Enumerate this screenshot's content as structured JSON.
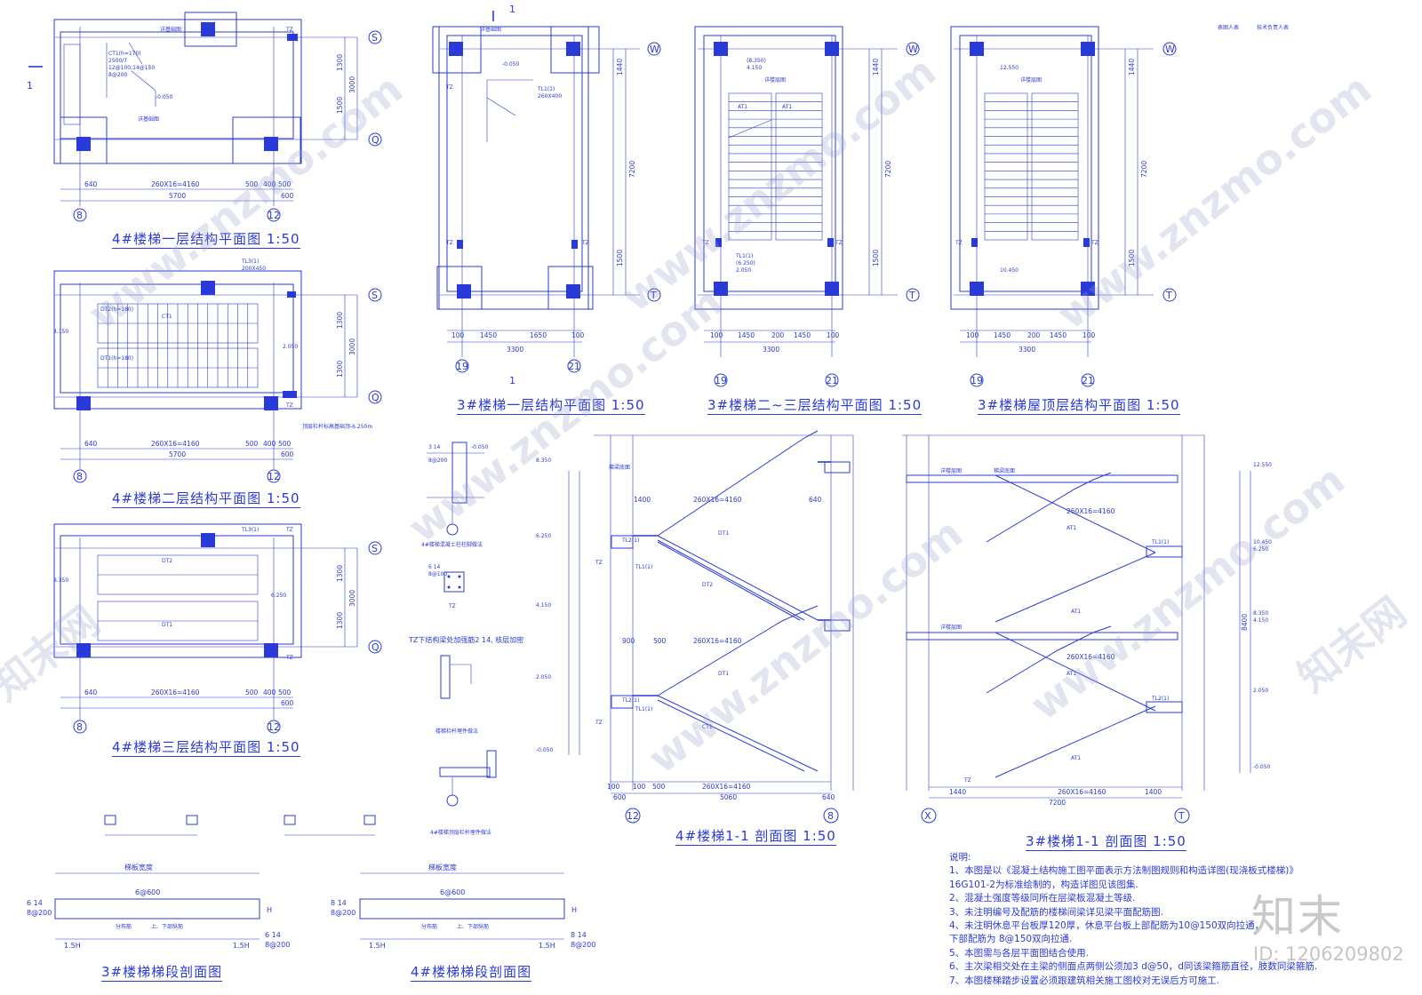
{
  "titles": {
    "t4_plan1": "4#楼梯一层结构平面图 1:50",
    "t4_plan2": "4#楼梯二层结构平面图 1:50",
    "t4_plan3": "4#楼梯三层结构平面图 1:50",
    "t3_plan1": "3#楼梯一层结构平面图 1:50",
    "t3_plan23": "3#楼梯二~三层结构平面图 1:50",
    "t3_roof": "3#楼梯屋顶层结构平面图 1:50",
    "t4_sec": "4#楼梯1-1 剖面图 1:50",
    "t3_sec": "3#楼梯1-1 剖面图 1:50",
    "t3_flight": "3#楼梯梯段剖面图",
    "t4_flight": "4#楼梯梯段剖面图"
  },
  "detail_labels": {
    "d1": "4#楼梯混凝土柱柱脚做法",
    "d2": "TZ下结构梁处加强筋2 14, 核层加密",
    "d3": "楼梯栏杆埋件做法",
    "d4": "4#楼梯顶层栏杆埋件做法",
    "tz": "TZ"
  },
  "notes": {
    "heading": "说明:",
    "items": [
      "1、本图是以《混凝土结构施工图平面表示方法制图规则和构造详图(现浇板式楼梯)》",
      "   16G101-2为标准绘制的，构造详图见该图集.",
      "2、混凝土强度等级同所在层梁板混凝土等级.",
      "3、未注明编号及配筋的楼梯间梁详见梁平面配筋图.",
      "4、未注明休息平台板厚120厚，休息平台板上部配筋为10@150双向拉通，",
      "   下部配筋为 8@150双向拉通.",
      "5、本图需与各层平面图结合使用.",
      "6、主次梁相交处在主梁的侧面点两侧公须加3 d@50，d同该梁箍筋直径，肢数同梁箍筋.",
      "7、本图楼梯踏步设置必须跟建筑相关施工图校对无误后方可施工."
    ]
  },
  "dims": {
    "d640": "640",
    "d260x16": "260X16=4160",
    "d500": "500",
    "d400": "400",
    "d5700": "5700",
    "d600": "600",
    "d1300": "1300",
    "d3000": "3000",
    "d100": "100",
    "d1500": "1500",
    "d1450": "1450",
    "d1650": "1650",
    "d3300": "3300",
    "d200": "200",
    "d1440": "1440",
    "d7200": "7200",
    "d5060": "5060",
    "d1400": "1400",
    "d900": "900",
    "d8400": "8400"
  },
  "axes": {
    "a8": "8",
    "a12": "12",
    "aS": "S",
    "aQ": "Q",
    "a19": "19",
    "a21": "21",
    "aW": "W",
    "aT": "T",
    "aX": "X",
    "a1": "1"
  },
  "levels": {
    "l0050": "-0.050",
    "l4150": "4.150",
    "l8350": "8.350",
    "l6250": "6.250",
    "l2050": "2.050",
    "l12550": "12.550",
    "l10450": "10.450"
  },
  "flight": {
    "width_label": "梯板宽度",
    "dist_bar": "分布筋",
    "dist_bar_spec": "6@600",
    "main_bar": "上、下部纵筋",
    "left3": "6 14",
    "left3b": "8@200",
    "right3": "6 14",
    "right3b": "8@200",
    "left4": "8 14",
    "left4b": "8@200",
    "right4": "8 14",
    "right4b": "8@200",
    "h15": "1.5H",
    "h": "H"
  },
  "watermark": "www.znzmo.com",
  "watermark2": "知末网",
  "brand": "知末",
  "id_text": "ID: 1206209802",
  "corner": {
    "a": "表图人表",
    "b": "技术负责人表"
  }
}
